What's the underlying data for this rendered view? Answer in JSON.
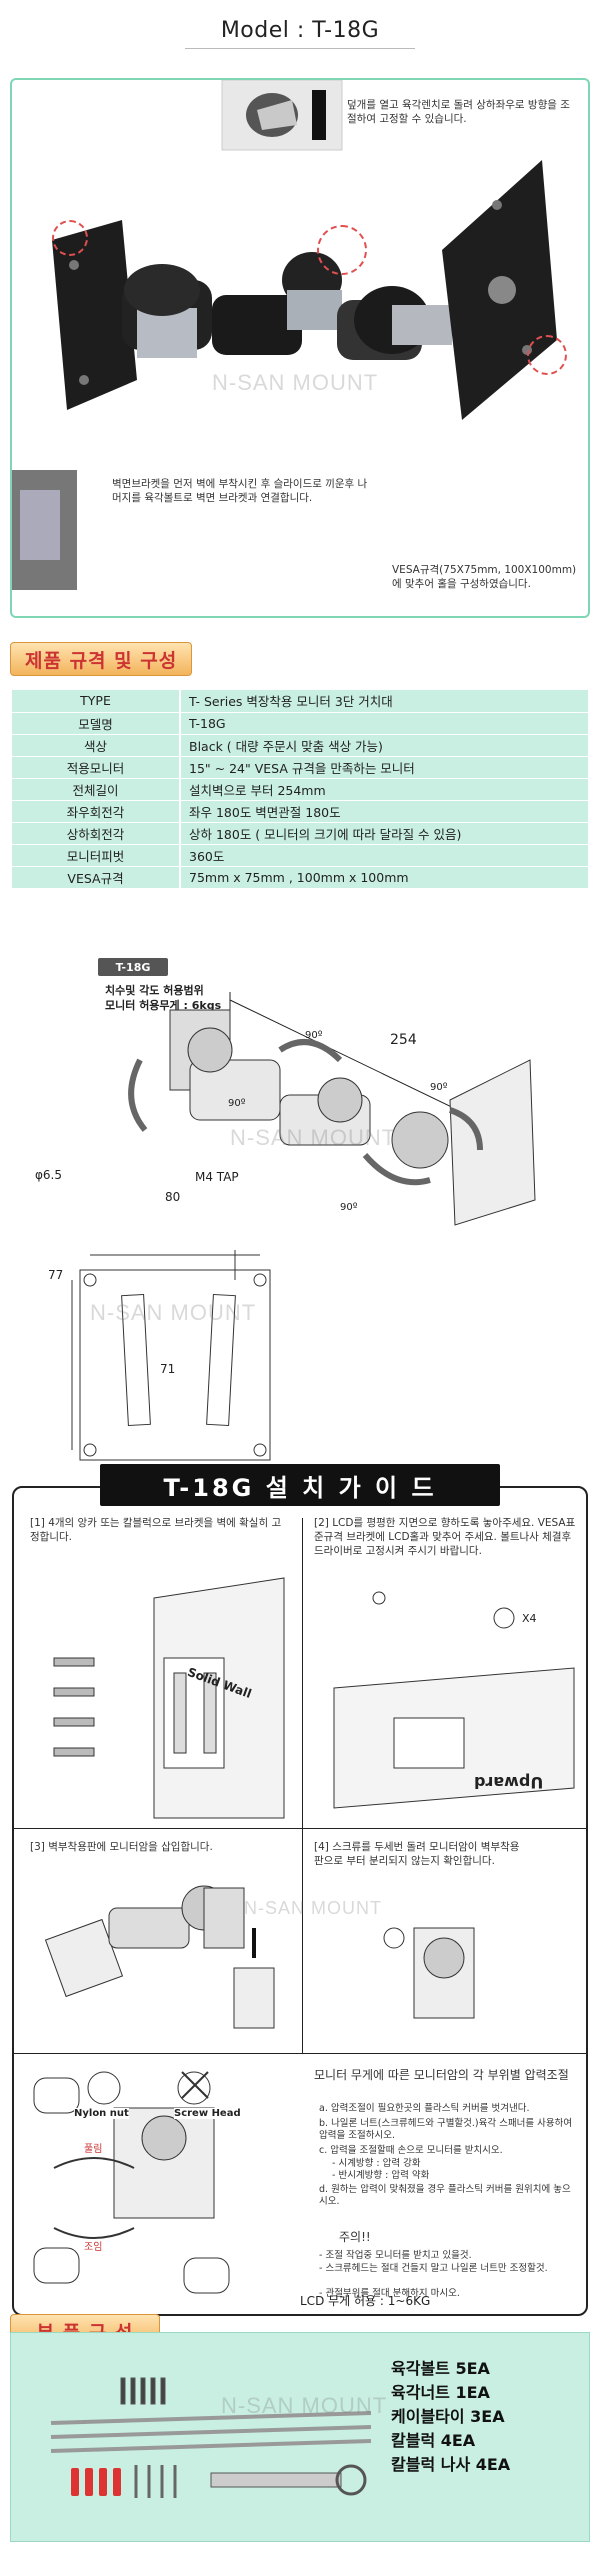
{
  "header": {
    "title": "Model : T-18G"
  },
  "hero": {
    "callout_top": "덮개를 열고 육각렌치로 돌려 상하좌우로 방향을 조절하여 고정할 수 있습니다.",
    "callout_left": "벽면브라켓을 먼저 벽에 부착시킨 후 슬라이드로 끼운후 나머지를 육각볼트로 벽면 브라켓과 연결합니다.",
    "callout_right": "VESA규격(75X75mm, 100X100mm) 에 맞추어 홀을 구성하였습니다.",
    "watermark": "N-SAN MOUNT"
  },
  "spec": {
    "heading": "제품 규격 및 구성",
    "rows": [
      {
        "k": "TYPE",
        "v": "T- Series 벽장착용 모니터 3단 거치대"
      },
      {
        "k": "모델명",
        "v": "T-18G"
      },
      {
        "k": "색상",
        "v": "Black ( 대량 주문시 맞춤 색상 가능)"
      },
      {
        "k": "적용모니터",
        "v": "15\" ~ 24\" VESA 규격을 만족하는 모니터"
      },
      {
        "k": "전체길이",
        "v": "설치벽으로 부터 254mm"
      },
      {
        "k": "좌우회전각",
        "v": "좌우 180도 벽면관절 180도"
      },
      {
        "k": "상하회전각",
        "v": "상하 180도 ( 모니터의 크기에 따라 달라질 수 있음)"
      },
      {
        "k": "모니터피벗",
        "v": "360도"
      },
      {
        "k": "VESA규격",
        "v": "75mm x 75mm , 100mm x 100mm"
      }
    ]
  },
  "diagram": {
    "model_tag": "T-18G",
    "caption_line1": "치수및 각도 허용범위",
    "caption_line2": "모니터 허용무게 : 6kgs",
    "length": "254",
    "angle": "90º",
    "m4": "M4 TAP",
    "hole": "φ6.5",
    "w80": "80",
    "h77": "77",
    "w71": "71",
    "watermark": "N-SAN MOUNT"
  },
  "guide": {
    "title": "T-18G 설 치 가 이 드",
    "step1": "[1] 4개의 앙카 또는 칼블럭으로 브라켓을 벽에 확실히 고정합니다.",
    "wall_label": "Solid Wall",
    "step2": "[2] LCD를 평평한 지면으로 향하도록 놓아주세요. VESA표준규격 브라켓에 LCD홀과 맞추어 주세요. 볼트나사 체결후 드라이버로 고정시켜 주시기 바랍니다.",
    "x4": "X4",
    "upward": "Upward",
    "step3": "[3] 벽부착용판에 모니터암을 삽입합니다.",
    "step4": "[4] 스크류를 두세번 돌려 모니터암이 벽부착용판으로 부터 분리되지 않는지 확인합니다.",
    "pressure_title": "모니터 무게에 따른 모니터암의 각 부위별 압력조절",
    "pressure_a": "a. 압력조절이 필요한곳의 플라스틱 커버를 벗겨낸다.",
    "pressure_b": "b. 나일론 너트(스크류헤드와 구별할것.)육각 스패너를 사용하여 압력을 조절하시오.",
    "pressure_c": "c. 압력을 조절할때 손으로 모니터를 받치시오.",
    "pressure_c1": "- 시계방향 : 압력 강화",
    "pressure_c2": "- 반시계방향 : 압력 약화",
    "pressure_d": "d. 원하는 압력이 맞춰졌을 경우 플라스틱 커버를 원위치에 놓으시오.",
    "nylon": "Nylon nut",
    "screw": "Screw Head",
    "tighten": "풀림",
    "loosen": "조임",
    "caution_title": "주의!!",
    "caution_1": "- 조절 작업중 모니터를 받치고 있을것.",
    "caution_2": "- 스크류헤드는 절대 건들지 말고 나일론 너트만 조정할것.",
    "caution_3": "- 관절부위를 절대 분해하지 마시오.",
    "weight": "LCD 무게 허용 : 1~6KG",
    "watermark": "N-SAN MOUNT"
  },
  "parts": {
    "heading": "부 품 구 성",
    "items": [
      "육각볼트   5EA",
      "육각너트   1EA",
      "케이블타이 3EA",
      "칼블럭      4EA",
      "칼블럭 나사  4EA"
    ],
    "watermark": "N-SAN MOUNT"
  }
}
